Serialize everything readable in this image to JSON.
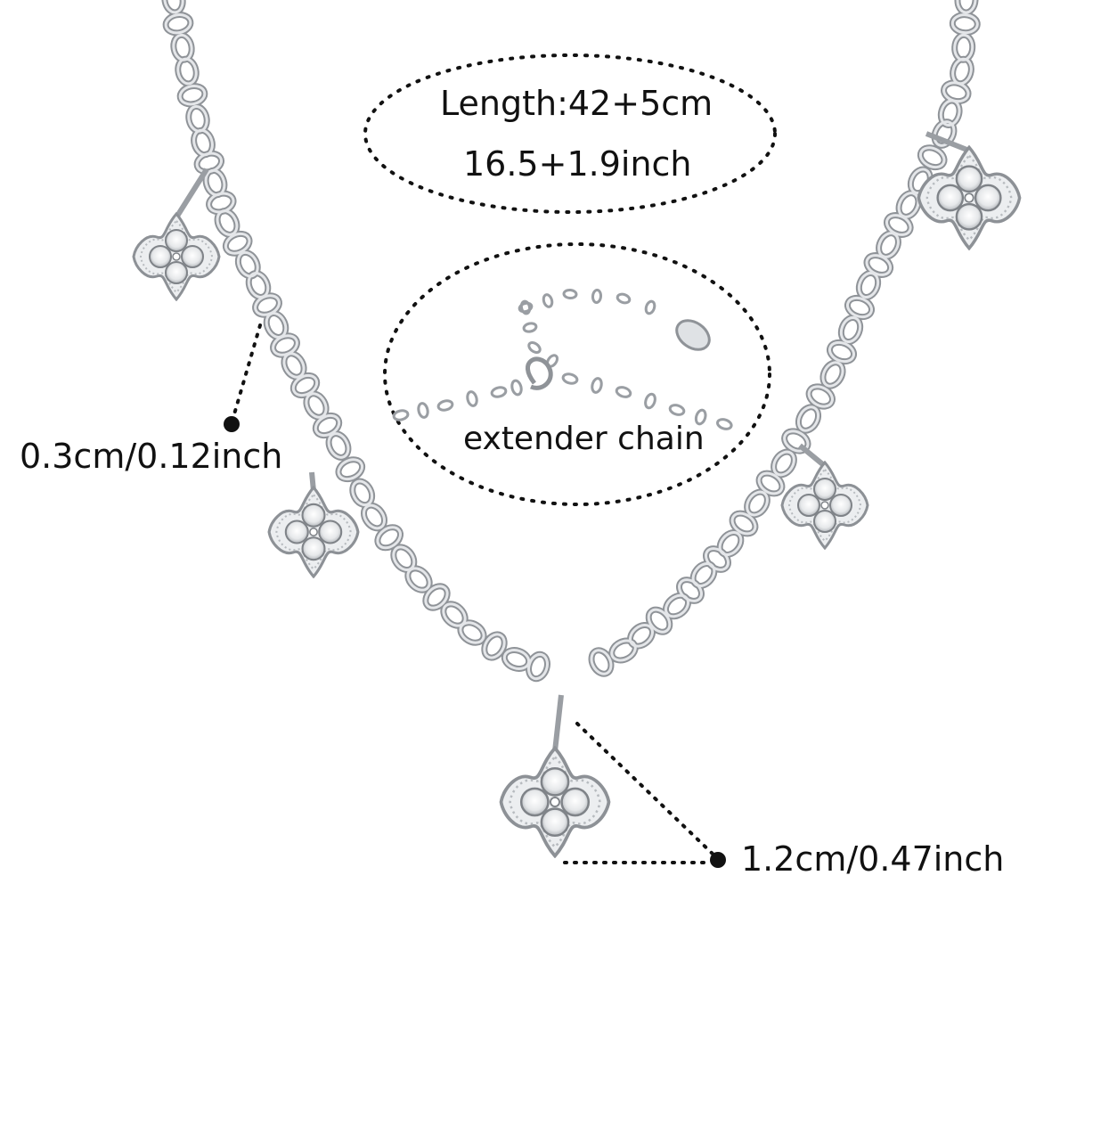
{
  "photo": {
    "subject": "necklace-with-clover-pendants",
    "background_color": "#ffffff",
    "metal_color": "#c9ccd0",
    "ink_color": "#111111"
  },
  "annotations": {
    "length_cm": "Length:42+5cm",
    "length_inch": "16.5+1.9inch",
    "extender_label": "extender  chain",
    "link_size": "0.3cm/0.12inch",
    "pendant_size": "1.2cm/0.47inch"
  }
}
